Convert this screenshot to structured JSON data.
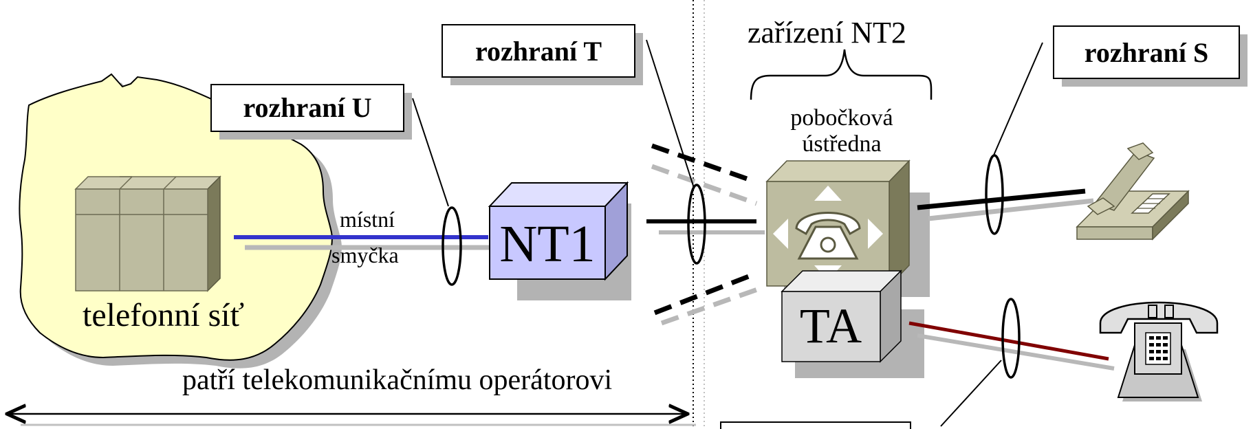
{
  "labels": {
    "interface_u": "rozhraní U",
    "interface_t": "rozhraní T",
    "interface_s": "rozhraní S",
    "nt2_device": "zařízení NT2",
    "pbx_line1": "pobočková",
    "pbx_line2": "ústředna",
    "local_loop_line1": "místní",
    "local_loop_line2": "smyčka",
    "nt1": "NT1",
    "ta": "TA",
    "phone_network": "telefonní síť",
    "operator_ownership": "patří telekomunikačnímu operátorovi"
  },
  "colors": {
    "network_cloud": "#ffffc8",
    "local_loop_line": "#3333cc",
    "nt1_box": "#c8c8ff",
    "pbx_box": "#bdbca0",
    "ta_box": "#d8d8d8",
    "analog_line": "#800000",
    "s_bus_line": "#000000",
    "shadow": "#b8b8b8"
  },
  "icons": {
    "exchange": "exchange-building-icon",
    "pbx": "pbx-handset-icon",
    "isdn_phone": "isdn-phone-icon",
    "analog_phone": "analog-phone-icon"
  }
}
